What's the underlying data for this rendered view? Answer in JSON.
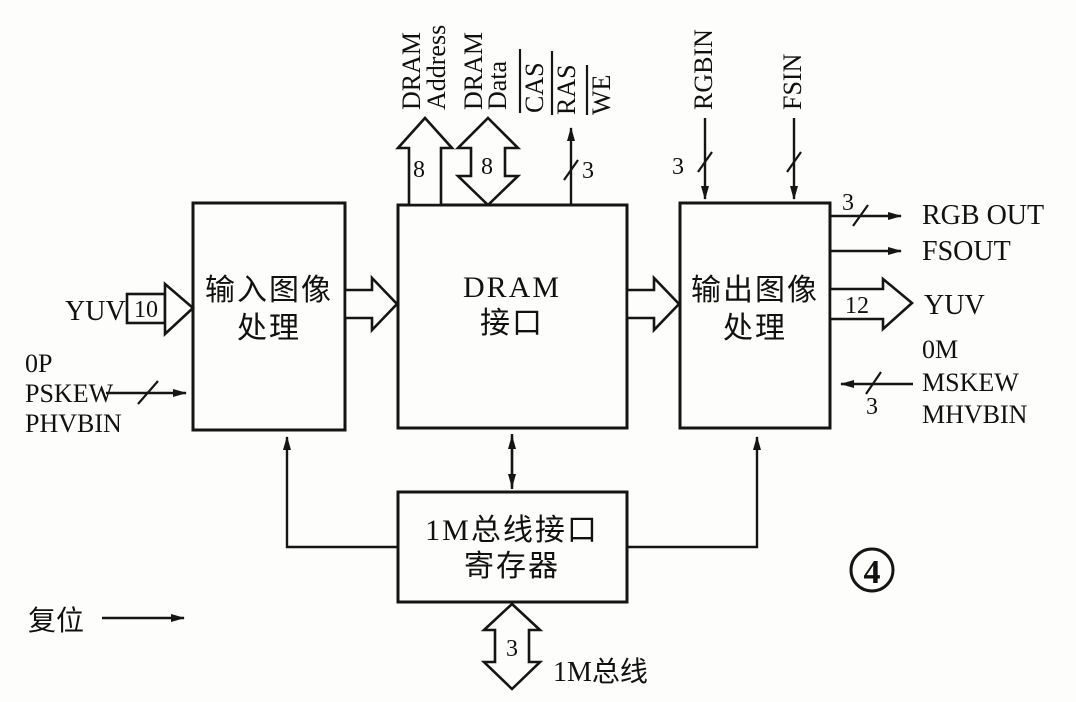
{
  "badge": {
    "number": "4"
  },
  "blocks": {
    "input": {
      "line1": "输入图像",
      "line2": "处理"
    },
    "dram": {
      "line1": "DRAM",
      "line2": "接口"
    },
    "output": {
      "line1": "输出图像",
      "line2": "处理"
    },
    "bus_register": {
      "line1": "1M总线接口",
      "line2": "寄存器"
    }
  },
  "signals": {
    "top": {
      "dram_address": {
        "line1": "DRAM",
        "line2": "Address",
        "bits": "8"
      },
      "dram_data": {
        "line1": "DRAM",
        "line2": "Data",
        "bits": "8"
      },
      "cas": "CAS",
      "ras": "RAS",
      "we": "WE",
      "control_bits": "3",
      "rgbin": "RGBIN",
      "rgbin_bits": "3",
      "fsin": "FSIN"
    },
    "left": {
      "yuv": "YUV",
      "yuv_bits": "10",
      "op": "0P",
      "pskew": "PSKEW",
      "phvbin": "PHVBIN",
      "reset": "复位"
    },
    "right": {
      "rgb_out": "RGB OUT",
      "rgb_out_bits": "3",
      "fsout": "FSOUT",
      "yuv": "YUV",
      "yuv_bits": "12",
      "om": "0M",
      "mskew": "MSKEW",
      "mhvbin": "MHVBIN",
      "m_bits": "3"
    },
    "bottom": {
      "bus": "1M总线",
      "bus_bits": "3"
    }
  }
}
